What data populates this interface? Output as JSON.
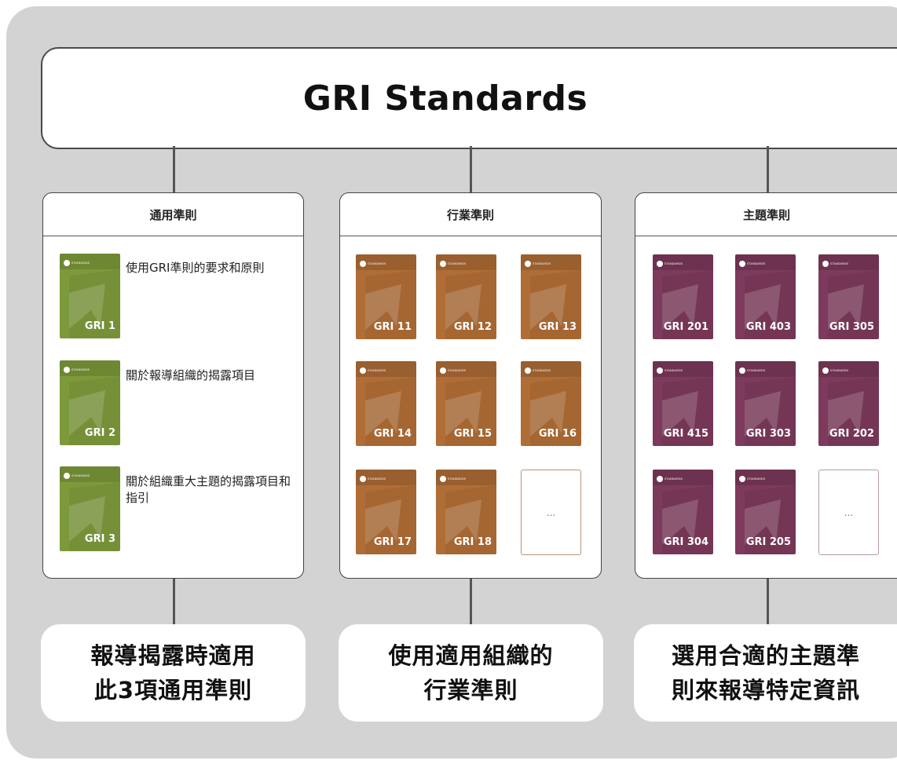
{
  "title": "GRI Standards",
  "columns": [
    {
      "heading": "通用準則",
      "items": [
        {
          "code": "GRI 1",
          "text": "使用GRI準則的要求和原則"
        },
        {
          "code": "GRI 2",
          "text": "關於報導組織的揭露項目"
        },
        {
          "code": "GRI 3",
          "text": "關於組織重大主題的揭露項目和指引"
        }
      ],
      "footer": [
        "報導揭露時適用",
        "此3項通用準則"
      ]
    },
    {
      "heading": "行業準則",
      "cards": [
        "GRI 11",
        "GRI 12",
        "GRI 13",
        "GRI 14",
        "GRI 15",
        "GRI 16",
        "GRI 17",
        "GRI 18"
      ],
      "more": "...",
      "footer": [
        "使用適用組織的",
        "行業準則"
      ]
    },
    {
      "heading": "主題準則",
      "cards": [
        "GRI 201",
        "GRI 403",
        "GRI 305",
        "GRI 415",
        "GRI 303",
        "GRI 202",
        "GRI 304",
        "GRI 205"
      ],
      "more": "...",
      "footer": [
        "選用合適的主題準",
        "則來報導特定資訊"
      ]
    }
  ],
  "card_logo_text": "STANDARDS",
  "colors": {
    "background": "#d3d3d3",
    "universal": "#7d9a3b",
    "sector": "#b06d36",
    "topic": "#7d3a5c"
  }
}
